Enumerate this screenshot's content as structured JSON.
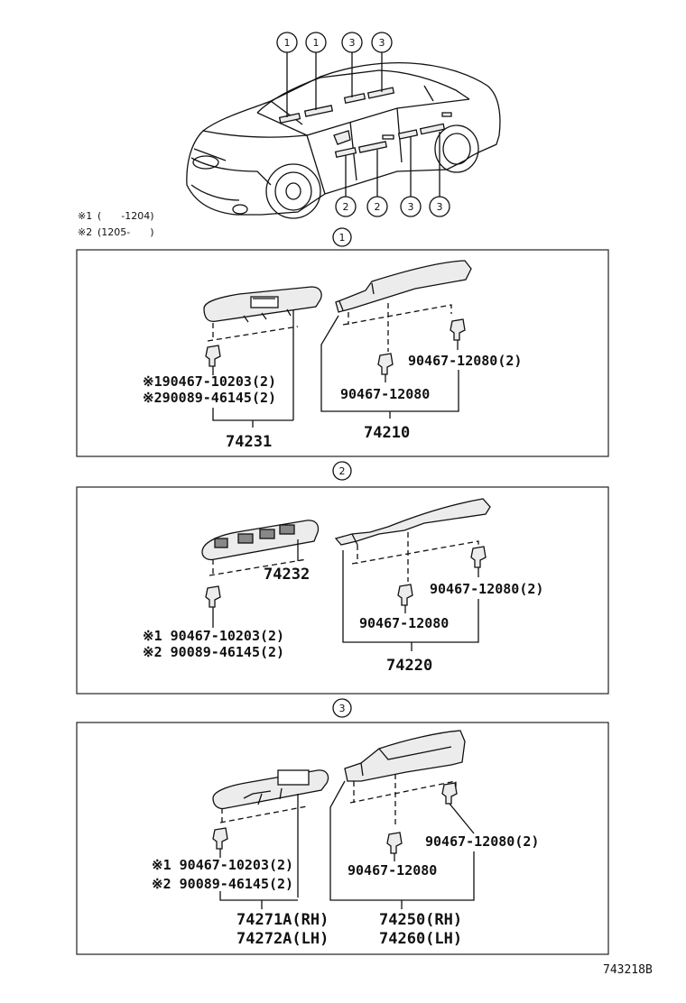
{
  "diagram_id": "743218B",
  "car_callouts": {
    "top": [
      "1",
      "1",
      "3",
      "3"
    ],
    "bottom": [
      "2",
      "2",
      "3",
      "3"
    ]
  },
  "notes": [
    {
      "mark": "※1",
      "text": "(　　-1204)"
    },
    {
      "mark": "※2",
      "text": "(1205-　　)"
    }
  ],
  "sections": [
    {
      "callout": "1",
      "clip_left_1": "※190467-10203(2)",
      "clip_left_2": "※290089-46145(2)",
      "part_left": "74231",
      "clip_right_qty": "90467-12080(2)",
      "clip_right": "90467-12080",
      "part_right": "74210"
    },
    {
      "callout": "2",
      "part_switch": "74232",
      "clip_left_1": "※1 90467-10203(2)",
      "clip_left_2": "※2 90089-46145(2)",
      "clip_right_qty": "90467-12080(2)",
      "clip_right": "90467-12080",
      "part_right": "74220"
    },
    {
      "callout": "3",
      "clip_left_1": "※1 90467-10203(2)",
      "clip_left_2": "※2 90089-46145(2)",
      "part_left_rh": "74271A(RH)",
      "part_left_lh": "74272A(LH)",
      "clip_right_qty": "90467-12080(2)",
      "clip_right": "90467-12080",
      "part_right_rh": "74250(RH)",
      "part_right_lh": "74260(LH)"
    }
  ]
}
